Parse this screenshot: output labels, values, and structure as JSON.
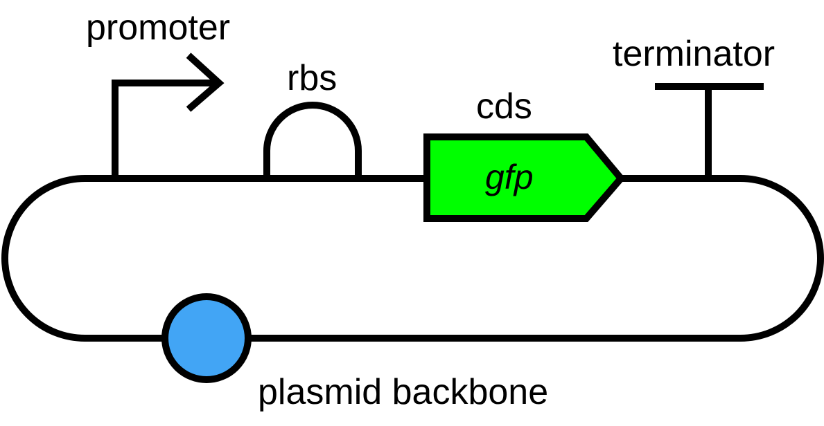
{
  "labels": {
    "promoter": "promoter",
    "rbs": "rbs",
    "cds": "cds",
    "cds_gene": "gfp",
    "terminator": "terminator",
    "backbone": "plasmid backbone"
  },
  "colors": {
    "line": "#000000",
    "cds_fill": "#00ff00",
    "backbone_fill": "#42a5f5",
    "background": "#ffffff"
  }
}
